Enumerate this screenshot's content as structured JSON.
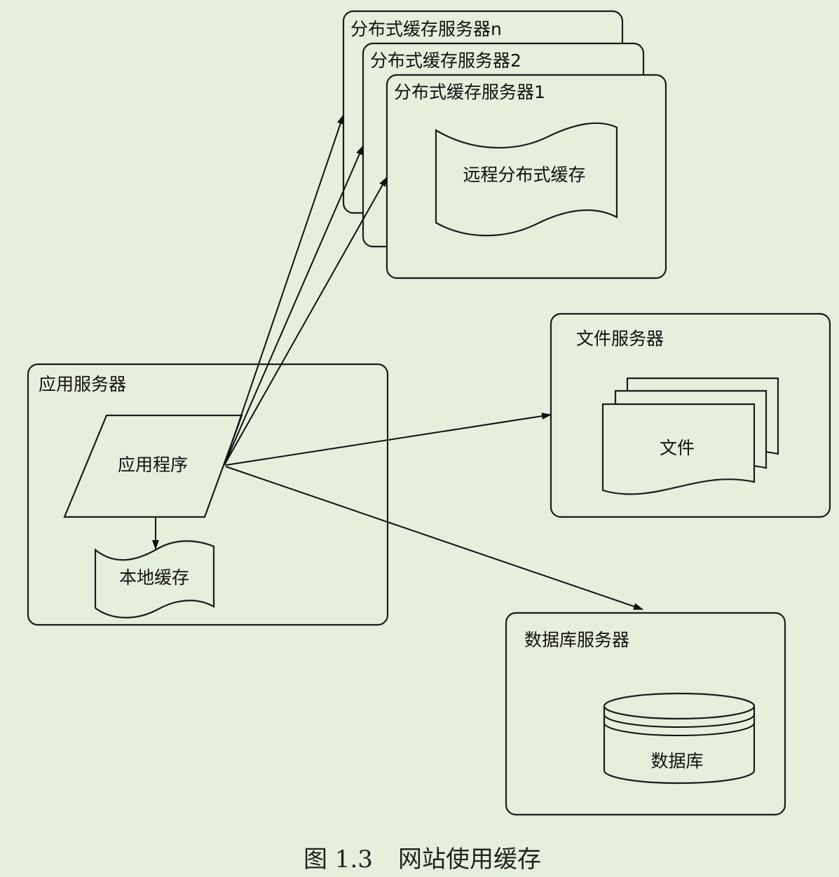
{
  "diagram": {
    "remote_servers": {
      "server_n": "分布式缓存服务器n",
      "server_2": "分布式缓存服务器2",
      "server_1": "分布式缓存服务器1",
      "remote_cache": "远程分布式缓存"
    },
    "app_server": {
      "title": "应用服务器",
      "application": "应用程序",
      "local_cache": "本地缓存"
    },
    "file_server": {
      "title": "文件服务器",
      "file": "文件"
    },
    "db_server": {
      "title": "数据库服务器",
      "database": "数据库"
    }
  },
  "caption": {
    "number": "图 1.3",
    "text": "网站使用缓存"
  }
}
